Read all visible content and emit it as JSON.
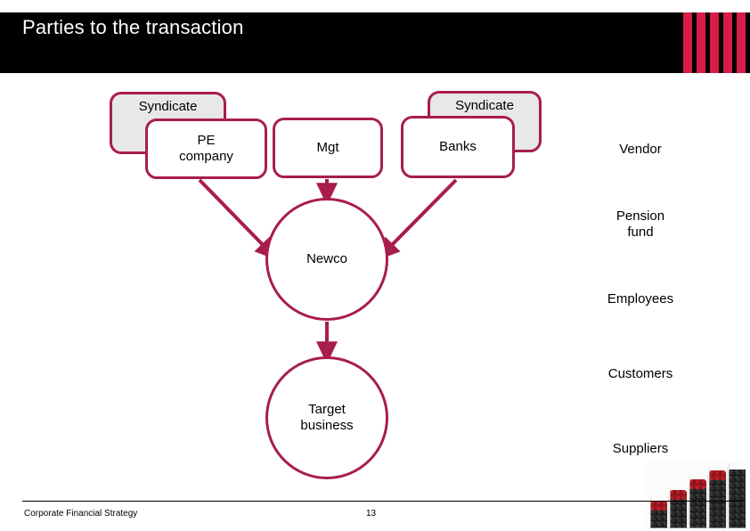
{
  "slide": {
    "title": "Parties to the transaction",
    "title_stripe_color": "#d81b47",
    "title_bar_color": "#000000",
    "background": "#ffffff",
    "stripe_count": 5
  },
  "diagram": {
    "crimson_color": "#a81d4d",
    "red_color": "#d81f1f",
    "shade_color": "#e8e8e8",
    "nodes": {
      "syndicate_left": {
        "label": "Syndicate",
        "shape": "rounded-rect",
        "fill": "#e8e8e8",
        "border": "#a81d4d"
      },
      "pe_company": {
        "label": "PE\ncompany",
        "line1": "PE",
        "line2": "company",
        "shape": "rounded-rect",
        "fill": "#ffffff",
        "border": "#a81d4d"
      },
      "mgt": {
        "label": "Mgt",
        "shape": "rounded-rect",
        "fill": "#ffffff",
        "border": "#a81d4d"
      },
      "syndicate_right": {
        "label": "Syndicate",
        "shape": "rounded-rect",
        "fill": "#e8e8e8",
        "border": "#a81d4d"
      },
      "banks": {
        "label": "Banks",
        "shape": "rounded-rect",
        "fill": "#ffffff",
        "border": "#a81d4d"
      },
      "newco": {
        "label": "Newco",
        "shape": "circle",
        "fill": "#ffffff",
        "border": "#a81d4d"
      },
      "target": {
        "line1": "Target",
        "line2": "business",
        "shape": "circle",
        "fill": "#ffffff",
        "border": "#a81d4d"
      },
      "vendor": {
        "label": "Vendor",
        "shape": "rounded-rect",
        "fill": "#ffffff",
        "border": "#d81f1f"
      },
      "pension_fund": {
        "line1": "Pension",
        "line2": "fund",
        "shape": "rounded-rect",
        "fill": "#ffffff",
        "border": "#d81f1f"
      },
      "employees": {
        "label": "Employees",
        "shape": "rounded-rect",
        "fill": "#ffffff",
        "border": "#d81f1f"
      },
      "customers": {
        "label": "Customers",
        "shape": "rounded-rect",
        "fill": "#ffffff",
        "border": "#d81f1f"
      },
      "suppliers": {
        "label": "Suppliers",
        "shape": "rounded-rect",
        "fill": "#ffffff",
        "border": "#d81f1f"
      }
    },
    "connectors": [
      {
        "from": "pe_company",
        "to": "newco",
        "style": "arrow"
      },
      {
        "from": "mgt",
        "to": "newco",
        "style": "arrow"
      },
      {
        "from": "banks",
        "to": "newco",
        "style": "arrow"
      },
      {
        "from": "newco",
        "to": "target",
        "style": "arrow"
      }
    ]
  },
  "footer": {
    "left_text": "Corporate Financial Strategy",
    "page_number": "13"
  }
}
